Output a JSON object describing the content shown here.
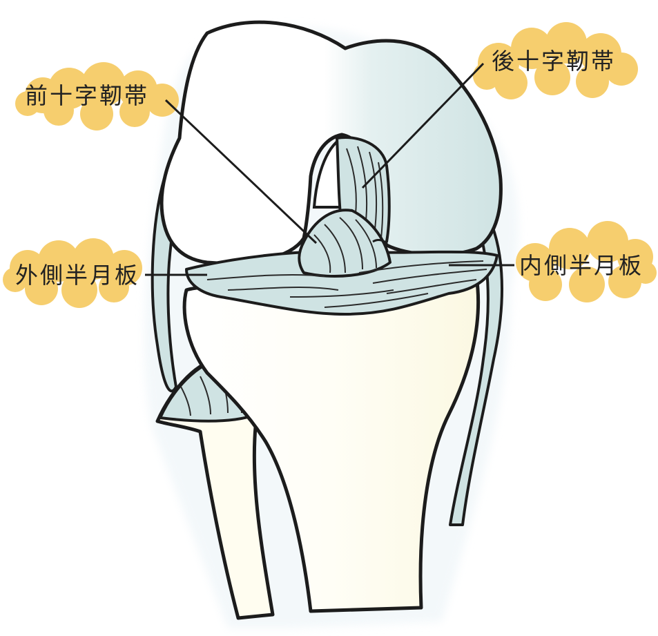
{
  "labels": {
    "acl": "前十字靭帯",
    "pcl": "後十字靭帯",
    "lateral_meniscus": "外側半月板",
    "medial_meniscus": "内側半月板"
  },
  "colors": {
    "label_cloud": "#f6ce6e",
    "ligament": "#cfe3e3",
    "bone_light": "#fffdf0",
    "femur_shade": "#d8eaea",
    "outline": "#1c1c1c"
  }
}
